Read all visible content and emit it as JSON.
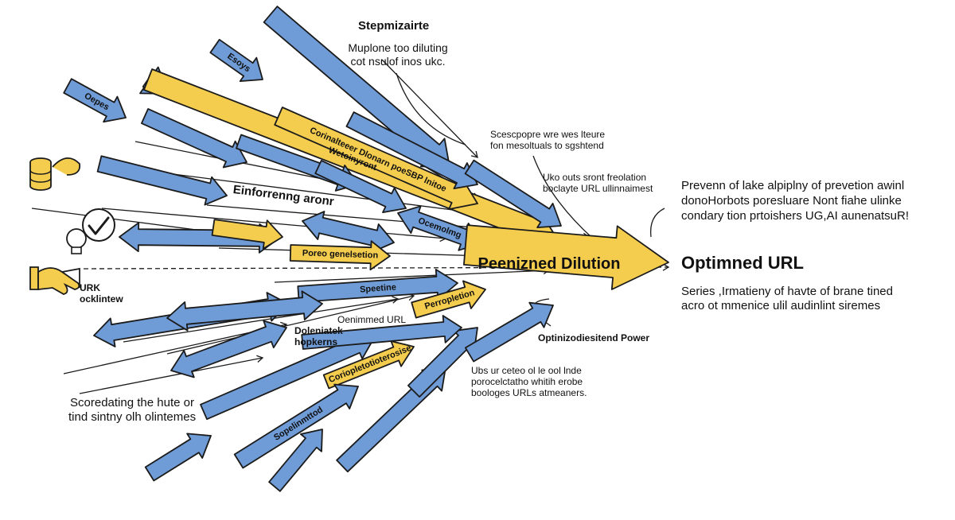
{
  "colors": {
    "blue": "#6f9bd6",
    "yellow": "#f5cd4e",
    "outline": "#1b1b1b"
  },
  "icons": [
    "database-icon",
    "checkmark-icon",
    "lightbulb-icon",
    "handshake-icon"
  ],
  "center": {
    "label": "Peenizned Dilution"
  },
  "output": {
    "title": "Optimned URL",
    "desc_line1": "Series ,Irmatieny of havte of brane tined",
    "desc_line2": "acro ot mmenice ulil audinlint siremes"
  },
  "notes": {
    "top_title": "Stepmizairte",
    "top_sub_line1": "Muplone too diluting",
    "top_sub_line2": "cot nsulof inos ukc.",
    "mid_right_line1": "Scescpopre wre wes lteure",
    "mid_right_line2": "fon mesoltuals to sgshtend",
    "right2_line1": "Uko outs sront freolation",
    "right2_line2": "boclayte URL ullinnaimest",
    "far_right_line1": "Prevenn of lake alpiplny of prevetion awinl",
    "far_right_line2": "donoHorbots poresluare Nont fiahe ulinke",
    "far_right_line3": "condary tion prtoishers UG,AI aunenatsuR!",
    "enforcing": "Einforrenng aronr",
    "urk_line1": "URK",
    "urk_line2": "ocklintew",
    "optimized_url": "Oenimmed URL",
    "doc_line1": "Doleniatek",
    "doc_line2": "hopkerns",
    "opt_power": "Optinizodiesitend Power",
    "bottom_mid_line1": "Ubs ur ceteo ol le ool lnde",
    "bottom_mid_line2": "porocelctatho whitih erobe",
    "bottom_mid_line3": "boologes URLs atmeaners.",
    "bottom_left_line1": "Scoredating the hute or",
    "bottom_left_line2": "tind sintny olh olintemes"
  },
  "arrow_labels": {
    "a1": "Esoys",
    "a2": "Oepes",
    "a3": "Wetoinyront",
    "a4": "Corinalteeer Dlonarn poeSBP lnitoe",
    "a5": "Ocemolmg",
    "a6": "Poreo genelsetion",
    "a7": "Speetine",
    "a8": "Perropletion",
    "a9": "Coriopletotioterosise",
    "a10": "Sopelinmttod"
  }
}
